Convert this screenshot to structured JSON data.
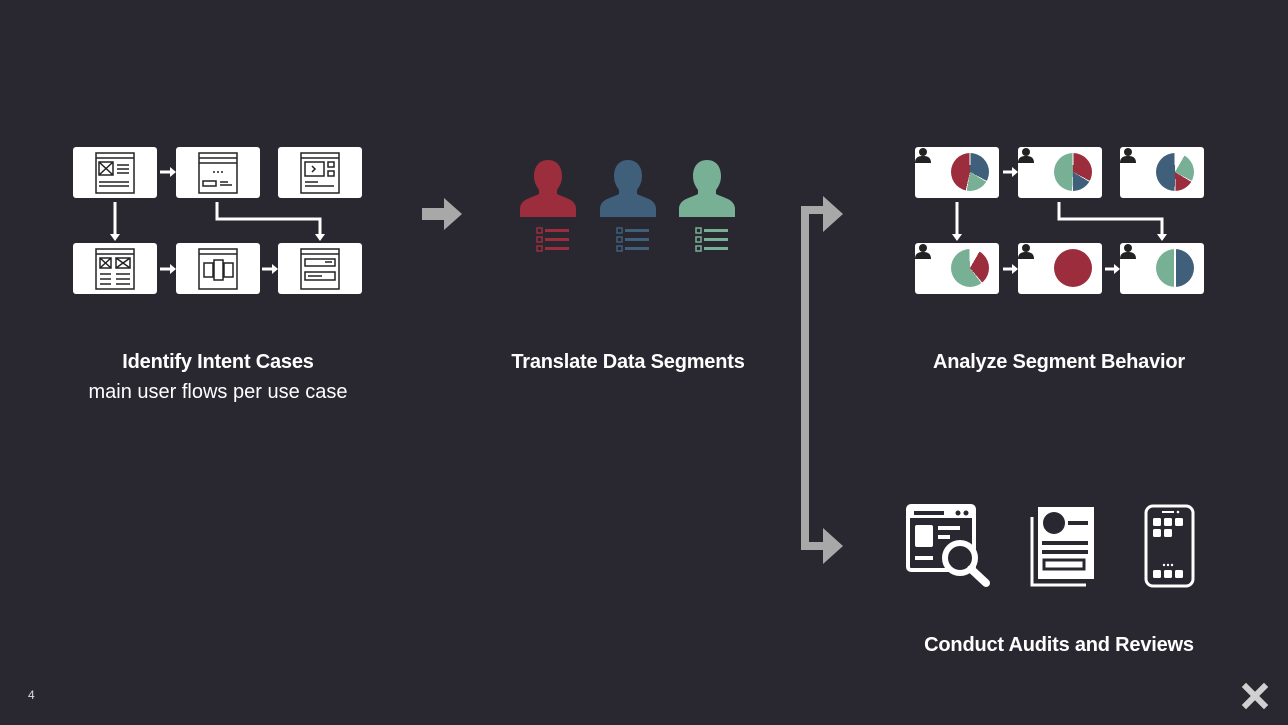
{
  "slide": {
    "page_number": "4"
  },
  "steps": [
    {
      "title": "Identify Intent Cases",
      "subtitle": "main user flows per use case"
    },
    {
      "title": "Translate Data Segments"
    },
    {
      "title": "Analyze Segment Behavior"
    },
    {
      "title": "Conduct Audits and Reviews"
    }
  ],
  "colors": {
    "background": "#292831",
    "red": "#9b2d3c",
    "blue": "#3f5f7a",
    "green": "#78b096",
    "arrow_gray": "#a8a8a8"
  },
  "icons": {
    "close": "close-x-icon"
  }
}
